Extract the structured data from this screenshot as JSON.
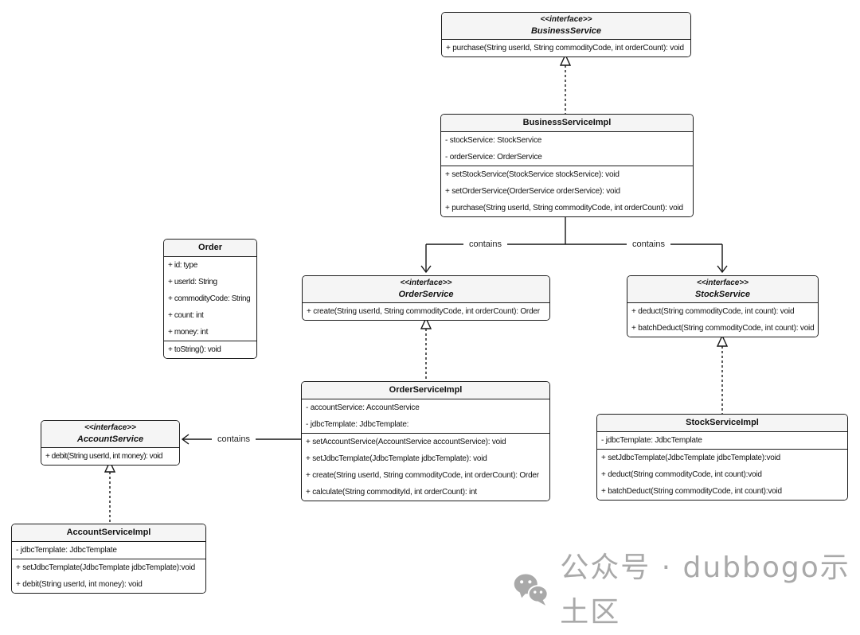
{
  "diagram": {
    "classes": [
      {
        "id": "business-service",
        "stereotype": "<<interface>>",
        "name": "BusinessService",
        "attributes": [],
        "methods": [
          "+ purchase(String userId, String commodityCode, int orderCount): void"
        ]
      },
      {
        "id": "business-service-impl",
        "name": "BusinessServiceImpl",
        "attributes": [
          "- stockService: StockService",
          "- orderService: OrderService"
        ],
        "methods": [
          "+ setStockService(StockService stockService): void",
          "+ setOrderService(OrderService orderService): void",
          "+ purchase(String userId, String commodityCode, int orderCount): void"
        ]
      },
      {
        "id": "order",
        "name": "Order",
        "attributes": [
          "+ id: type",
          "+ userId: String",
          "+ commodityCode: String",
          "+ count: int",
          "+ money: int"
        ],
        "methods": [
          "+ toString(): void"
        ]
      },
      {
        "id": "order-service",
        "stereotype": "<<interface>>",
        "name": "OrderService",
        "attributes": [],
        "methods": [
          "+ create(String userId, String commodityCode, int orderCount): Order"
        ]
      },
      {
        "id": "stock-service",
        "stereotype": "<<interface>>",
        "name": "StockService",
        "attributes": [],
        "methods": [
          "+ deduct(String commodityCode, int count): void",
          "+ batchDeduct(String commodityCode, int count): void"
        ]
      },
      {
        "id": "order-service-impl",
        "name": "OrderServiceImpl",
        "attributes": [
          "- accountService: AccountService",
          "- jdbcTemplate: JdbcTemplate:"
        ],
        "methods": [
          "+ setAccountService(AccountService accountService): void",
          "+ setJdbcTemplate(JdbcTemplate jdbcTemplate): void",
          "+ create(String userId, String commodityCode, int orderCount): Order",
          "+ calculate(String commodityId, int orderCount): int"
        ]
      },
      {
        "id": "stock-service-impl",
        "name": "StockServiceImpl",
        "attributes": [
          "- jdbcTemplate: JdbcTemplate"
        ],
        "methods": [
          "+ setJdbcTemplate(JdbcTemplate jdbcTemplate):void",
          "+ deduct(String commodityCode, int count):void",
          "+ batchDeduct(String commodityCode, int count):void"
        ]
      },
      {
        "id": "account-service",
        "stereotype": "<<interface>>",
        "name": "AccountService",
        "attributes": [],
        "methods": [
          "+ debit(String userId, int money): void"
        ]
      },
      {
        "id": "account-service-impl",
        "name": "AccountServiceImpl",
        "attributes": [
          "- jdbcTemplate: JdbcTemplate"
        ],
        "methods": [
          "+ setJdbcTemplate(JdbcTemplate jdbcTemplate):void",
          "+ debit(String userId, int money): void"
        ]
      }
    ],
    "relation_labels": [
      "contains",
      "contains",
      "contains"
    ],
    "relation_types": {
      "dashed_hollow_triangle": "realization (implements)",
      "solid_open_arrow": "contains"
    }
  },
  "watermark": {
    "icon": "wechat-icon",
    "text": "公众号 · dubbogo示土区",
    "color": "#a9a9a9"
  },
  "colors": {
    "box_border": "#1c1c1c",
    "header_fill": "#f5f5f5",
    "body_fill": "#ffffff",
    "line": "#161616",
    "background": "#ffffff"
  }
}
